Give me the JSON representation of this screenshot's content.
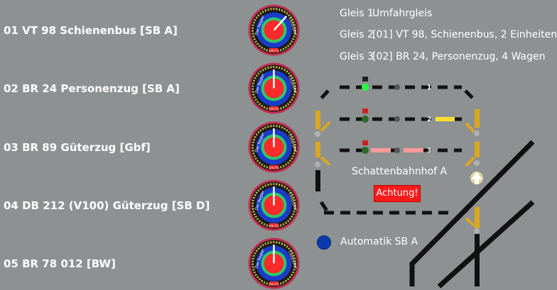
{
  "trains": [
    {
      "label": "01 VT 98 Schienenbus [SB A]"
    },
    {
      "label": "02 BR 24 Personenzug [SB A]"
    },
    {
      "label": "03 BR 89 Güterzug [Gbf]"
    },
    {
      "label": "04 DB 212 (V100) Güterzug [SB D]"
    },
    {
      "label": "05 BR 78 012 [BW]"
    }
  ],
  "dial": {
    "left_text": "Der Regler",
    "right_text": "Controller",
    "unit": "km / h"
  },
  "tracks": [
    {
      "number": "Gleis 1",
      "info": "Umfahrgleis"
    },
    {
      "number": "Gleis 2",
      "info": "[01] VT 98, Schienenbus, 2 Einheiten"
    },
    {
      "number": "Gleis 3",
      "info": "[02] BR 24, Personenzug, 4 Wagen"
    }
  ],
  "track_marks": [
    "1",
    "2",
    "3"
  ],
  "yard": {
    "title": "Schattenbahnhof A",
    "warning": "Achtung!"
  },
  "automatic": {
    "label": "Automatik SB A",
    "state": "on"
  },
  "dial_positions": [
    0.92,
    0.5,
    0.5,
    0.5,
    0.5
  ],
  "colors": {
    "background": "#8e9192",
    "dial_ring_outer": "#c03050",
    "dial_blue": "#1a3cc8",
    "dial_green": "#2ec86a",
    "dial_center": "#ff2a2a",
    "signal_green": "#22ff44",
    "signal_red": "#ff6666",
    "occupied_yellow": "#ffe033",
    "occupied_red": "#ff9a9a",
    "switch_yellow": "#d9a820",
    "warning": "#ff1a1a",
    "auto_button": "#0a3ab0"
  }
}
